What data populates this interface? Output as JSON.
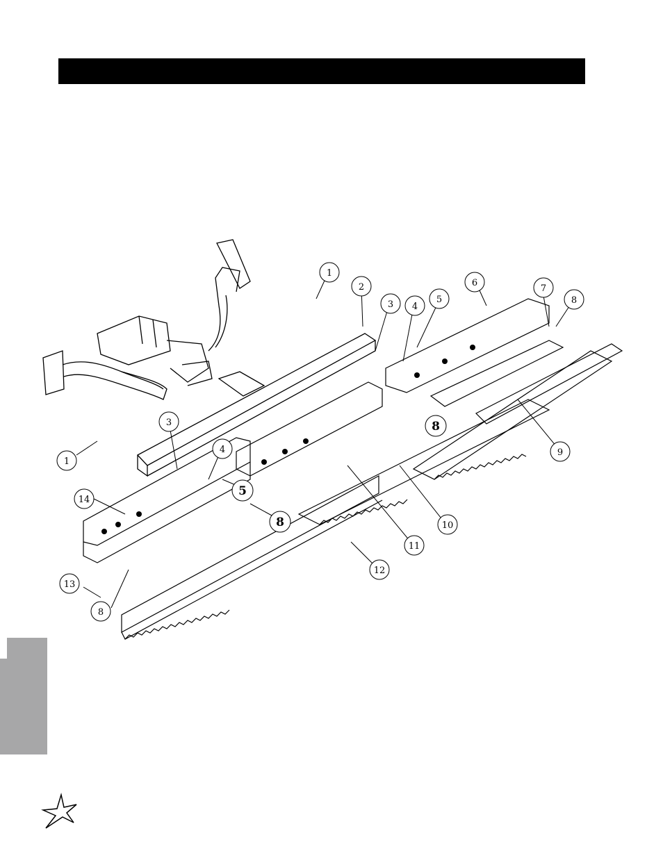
{
  "header": {
    "title": ""
  },
  "side_tab": {
    "color": "#a7a7a8"
  },
  "callouts": [
    {
      "id": "c1a",
      "label": "1"
    },
    {
      "id": "c2",
      "label": "2"
    },
    {
      "id": "c3a",
      "label": "3"
    },
    {
      "id": "c4a",
      "label": "4"
    },
    {
      "id": "c5a",
      "label": "5"
    },
    {
      "id": "c6",
      "label": "6"
    },
    {
      "id": "c7",
      "label": "7"
    },
    {
      "id": "c8a",
      "label": "8"
    },
    {
      "id": "c8b",
      "label": "8"
    },
    {
      "id": "c9",
      "label": "9"
    },
    {
      "id": "c1b",
      "label": "1"
    },
    {
      "id": "c3b",
      "label": "3"
    },
    {
      "id": "c4b",
      "label": "4"
    },
    {
      "id": "c5b",
      "label": "5"
    },
    {
      "id": "c8c",
      "label": "8"
    },
    {
      "id": "c14",
      "label": "14"
    },
    {
      "id": "c10",
      "label": "10"
    },
    {
      "id": "c11",
      "label": "11"
    },
    {
      "id": "c12",
      "label": "12"
    },
    {
      "id": "c13",
      "label": "13"
    },
    {
      "id": "c8d",
      "label": "8"
    }
  ],
  "logo": {
    "icon": "star-burst-logo-icon"
  }
}
